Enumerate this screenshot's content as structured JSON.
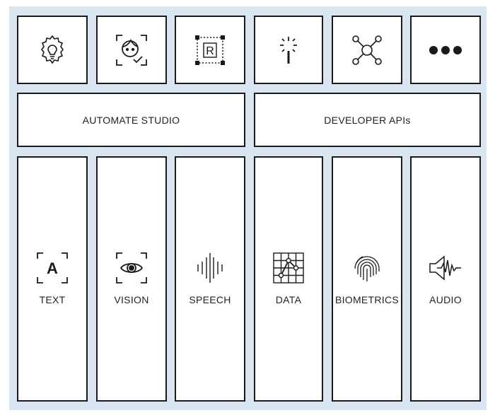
{
  "top_icons": [
    {
      "icon": "gear-lightbulb-icon"
    },
    {
      "icon": "face-recognition-icon"
    },
    {
      "icon": "rpa-r-icon"
    },
    {
      "icon": "magic-wand-icon"
    },
    {
      "icon": "network-nodes-icon"
    },
    {
      "icon": "more-dots-icon"
    }
  ],
  "platforms": {
    "automate_studio": "AUTOMATE STUDIO",
    "developer_apis": "DEVELOPER APIs"
  },
  "capabilities": [
    {
      "label": "TEXT",
      "icon": "text-a-icon"
    },
    {
      "label": "VISION",
      "icon": "eye-icon"
    },
    {
      "label": "SPEECH",
      "icon": "sound-wave-icon"
    },
    {
      "label": "DATA",
      "icon": "data-grid-icon"
    },
    {
      "label": "BIOMETRICS",
      "icon": "fingerprint-icon"
    },
    {
      "label": "AUDIO",
      "icon": "speaker-icon"
    }
  ],
  "colors": {
    "background": "#d9e6f2",
    "border": "#1a1a1a"
  }
}
